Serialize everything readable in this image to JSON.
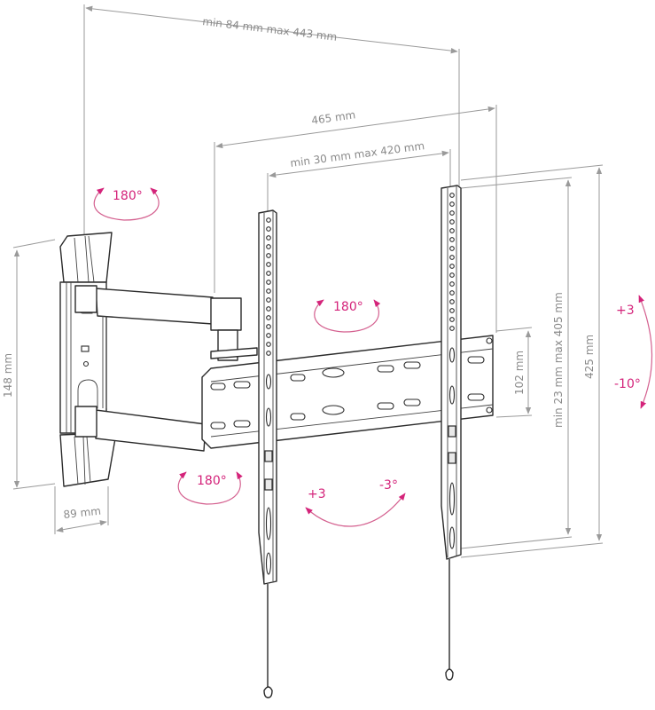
{
  "diagram": {
    "subject": "Full-motion TV wall mount (articulating arm) technical dimension drawing",
    "dimensions": {
      "arm_extension": "min 84 mm max 443 mm",
      "plate_width": "465 mm",
      "vesa_horizontal": "min 30 mm max 420 mm",
      "vesa_vertical": "min 23 mm max 405 mm",
      "rail_height": "425 mm",
      "crossbar_height": "102 mm",
      "wall_plate_height": "148 mm",
      "wall_plate_depth": "89 mm"
    },
    "rotations": {
      "wall_pivot_top": "180°",
      "center_swivel": "180°",
      "lower_pivot": "180°",
      "tilt_up_side": "+3",
      "tilt_down_side": "-10°",
      "rotate_plus": "+3",
      "rotate_minus": "-3°"
    },
    "colors": {
      "dimension": "#9a9a9a",
      "rotation_accent": "#d4237a",
      "line_art": "#2b2b2b"
    }
  }
}
